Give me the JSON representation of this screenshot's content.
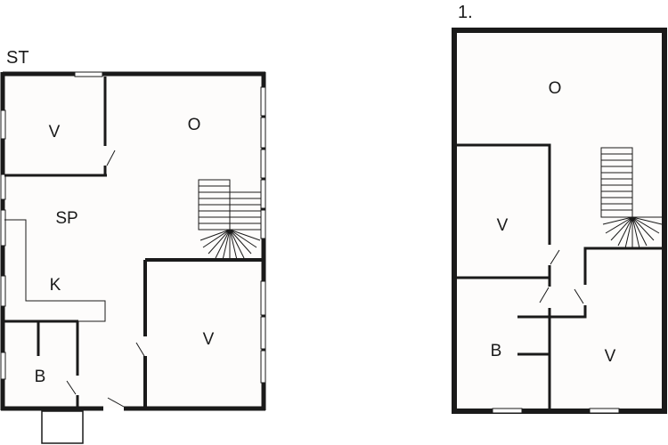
{
  "floors": [
    {
      "id": "ground",
      "title": "ST",
      "rooms": [
        {
          "label": "V",
          "desc": "bedroom top-left"
        },
        {
          "label": "O",
          "desc": "living room"
        },
        {
          "label": "SP",
          "desc": "dining"
        },
        {
          "label": "K",
          "desc": "kitchen"
        },
        {
          "label": "B",
          "desc": "bathroom"
        },
        {
          "label": "V",
          "desc": "bedroom bottom-right"
        }
      ]
    },
    {
      "id": "first",
      "title": "1.",
      "rooms": [
        {
          "label": "O",
          "desc": "loft/open area"
        },
        {
          "label": "V",
          "desc": "bedroom left"
        },
        {
          "label": "B",
          "desc": "bathroom"
        },
        {
          "label": "V",
          "desc": "bedroom right"
        }
      ]
    }
  ],
  "colors": {
    "wall": "#1a1a1a",
    "floor": "#fdfcfb",
    "background": "#ffffff"
  }
}
